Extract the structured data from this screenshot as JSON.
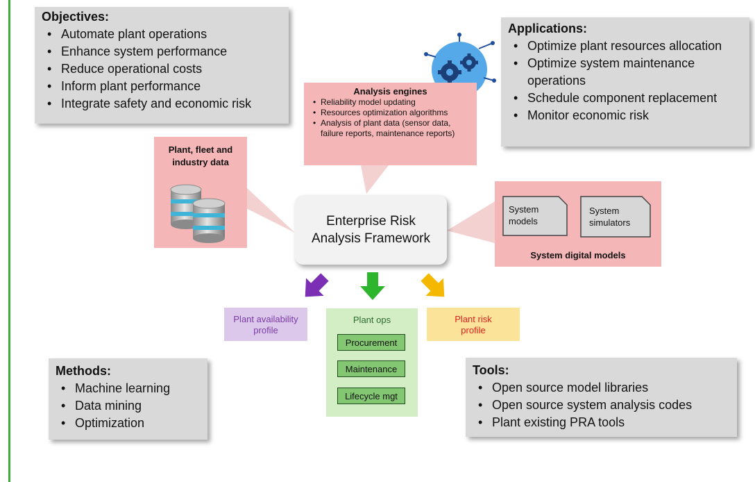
{
  "objectives": {
    "title": "Objectives:",
    "items": [
      "Automate plant operations",
      "Enhance system performance",
      "Reduce operational costs",
      "Inform plant performance",
      "Integrate safety and economic risk"
    ]
  },
  "applications": {
    "title": "Applications:",
    "items": [
      "Optimize plant resources allocation",
      "Optimize system maintenance operations",
      "Schedule component replacement",
      "Monitor economic risk"
    ]
  },
  "analysis_engines": {
    "title": "Analysis engines",
    "items": [
      "Reliability model updating",
      "Resources optimization algorithms",
      "Analysis of plant data (sensor data, failure reports, maintenance reports)"
    ]
  },
  "plant_data": {
    "title_line1": "Plant, fleet and",
    "title_line2": "industry data"
  },
  "center": {
    "line1": "Enterprise Risk",
    "line2": "Analysis Framework"
  },
  "digital_models": {
    "title": "System digital models",
    "doc1_line1": "System",
    "doc1_line2": "models",
    "doc2_line1": "System",
    "doc2_line2": "simulators"
  },
  "outputs": {
    "availability_line1": "Plant availability",
    "availability_line2": "profile",
    "risk_line1": "Plant risk",
    "risk_line2": "profile",
    "ops_title": "Plant ops",
    "ops_items": [
      "Procurement",
      "Maintenance",
      "Lifecycle mgt"
    ]
  },
  "methods": {
    "title": "Methods:",
    "items": [
      "Machine learning",
      "Data mining",
      "Optimization"
    ]
  },
  "tools": {
    "title": "Tools:",
    "items": [
      "Open source model libraries",
      "Open source system analysis codes",
      "Plant existing PRA tools"
    ]
  },
  "colors": {
    "frame": "#3cae3c",
    "gray_box": "#d9d9d9",
    "pink_box": "#f4b6b6",
    "purple_arrow": "#7a2fb5",
    "green_arrow": "#2db52d",
    "yellow_arrow": "#f5b800",
    "availability_text": "#7b3aa6",
    "risk_text": "#e01f1f"
  },
  "icons": [
    "gears-icon",
    "database-icon",
    "document-icon",
    "arrow-down-icon"
  ]
}
